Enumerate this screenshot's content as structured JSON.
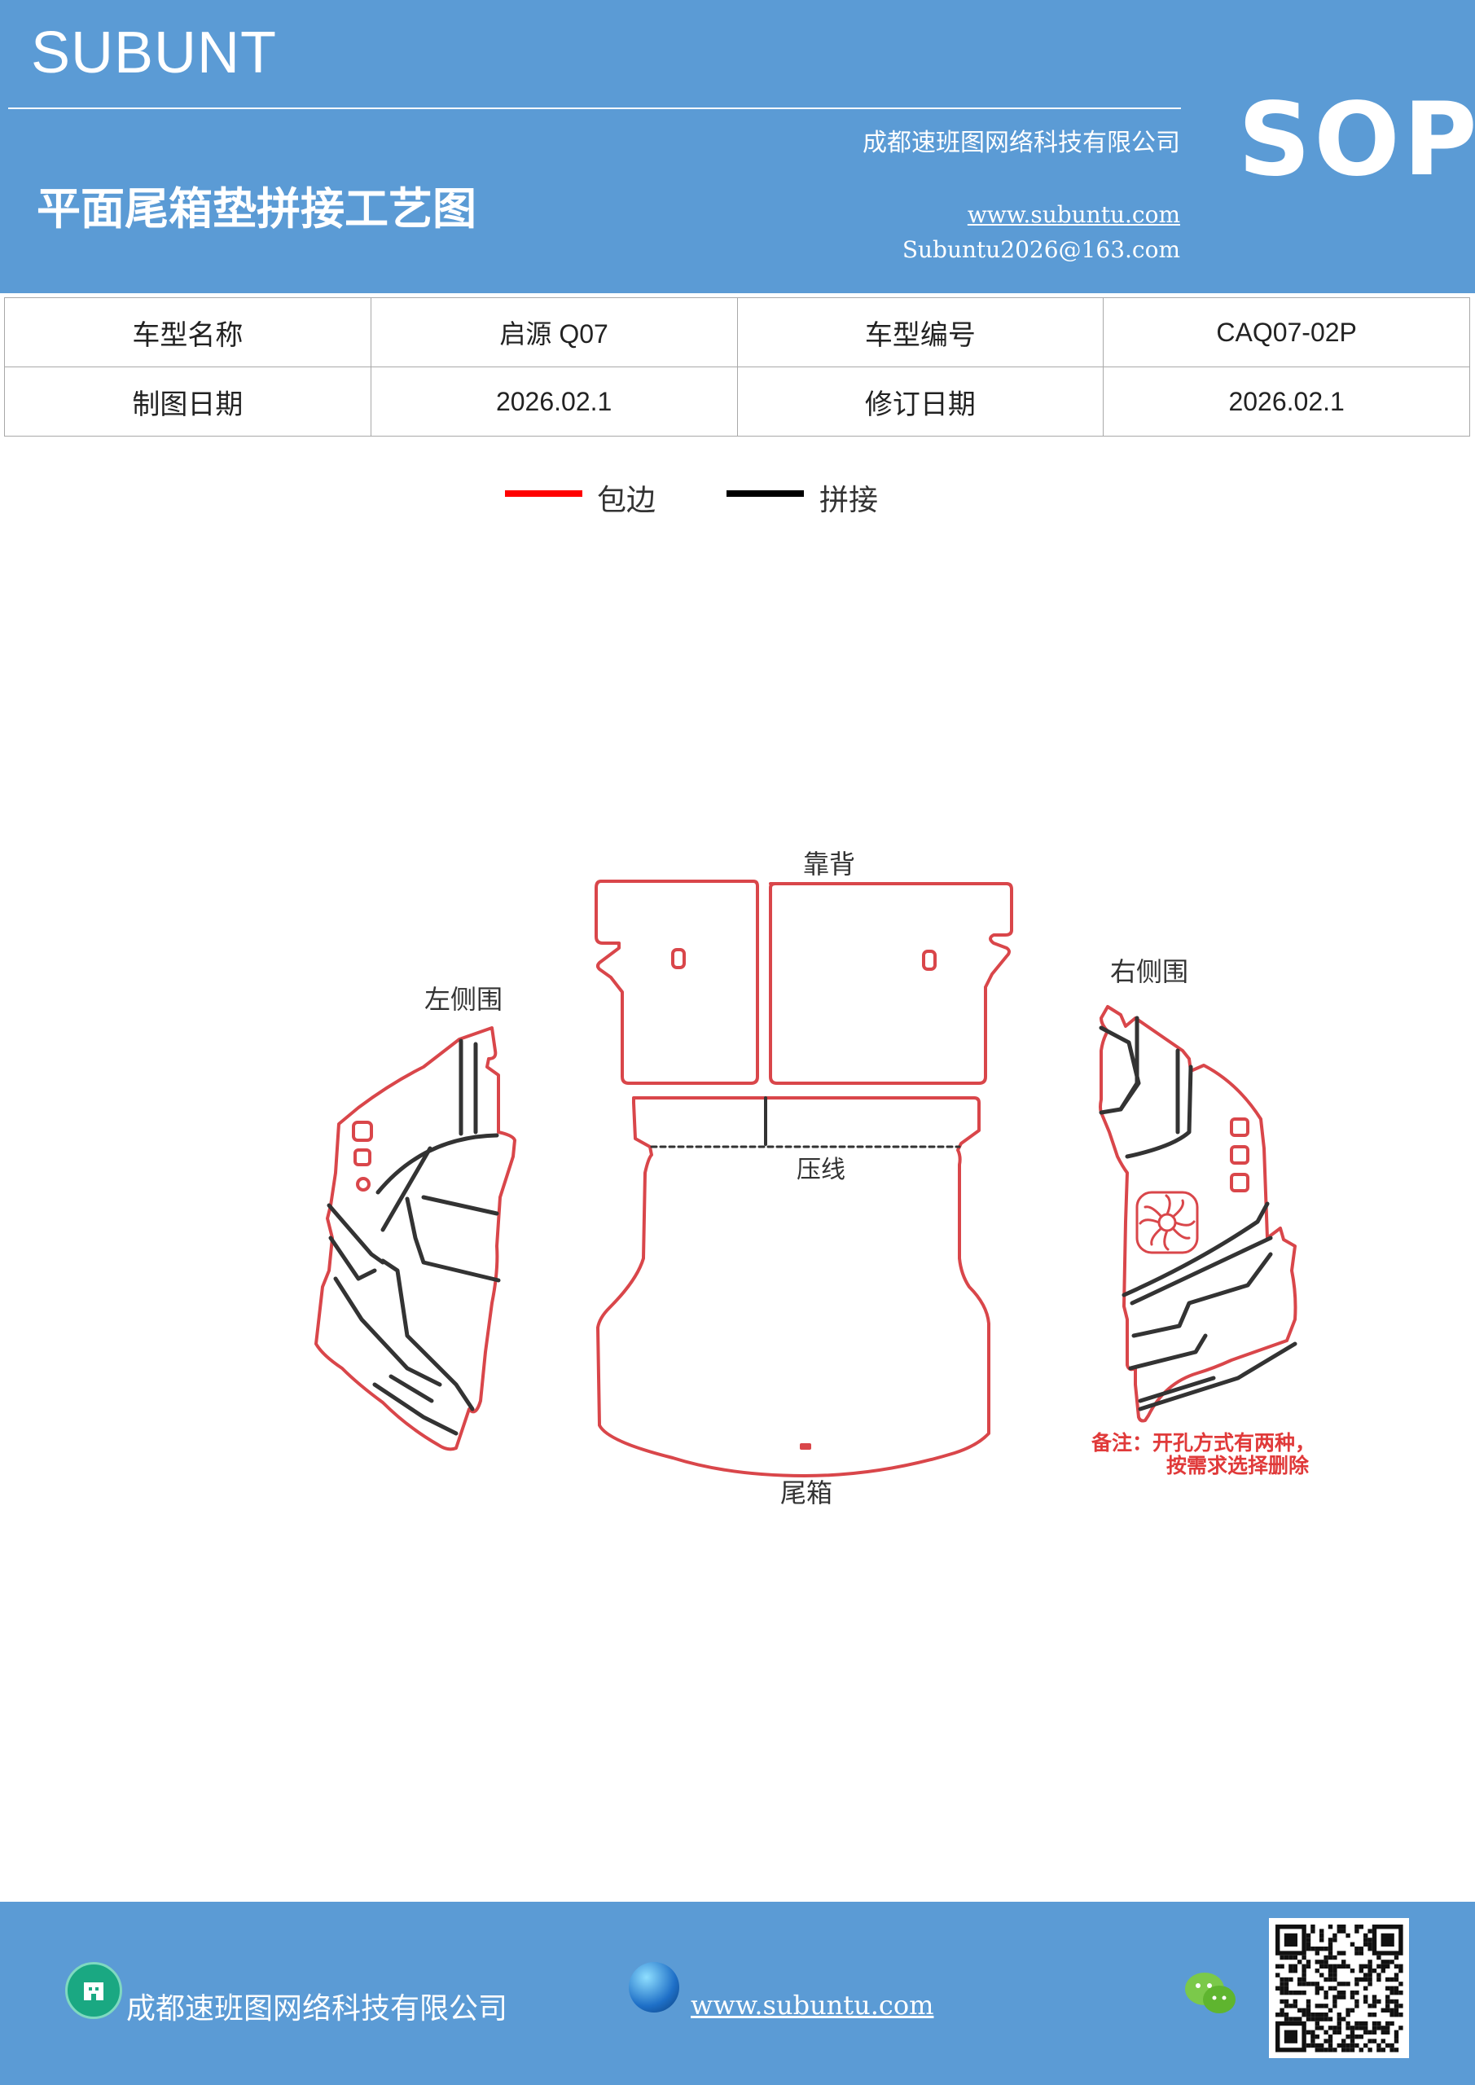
{
  "header": {
    "brand": "SUBUNT",
    "company": "成都速班图网络科技有限公司",
    "title": "平面尾箱垫拼接工艺图",
    "website": "www.subuntu.com",
    "email": "Subuntu2026@163.com",
    "badge": "SOP"
  },
  "info_table": {
    "model_name_label": "车型名称",
    "model_name_value": "启源 Q07",
    "model_code_label": "车型编号",
    "model_code_value": "CAQ07-02P",
    "draw_date_label": "制图日期",
    "draw_date_value": "2026.02.1",
    "revise_date_label": "修订日期",
    "revise_date_value": "2026.02.1"
  },
  "legend": {
    "edge_label": "包边",
    "edge_color": "#ff0000",
    "joint_label": "拼接",
    "joint_color": "#000000"
  },
  "drawing": {
    "backrest_label": "靠背",
    "left_side_label": "左侧围",
    "right_side_label": "右侧围",
    "crease_label": "压线",
    "trunk_label": "尾箱",
    "note_line1": "备注：开孔方式有两种，",
    "note_line2": "按需求选择删除",
    "outline_color": "#d9464a",
    "seam_color": "#333333"
  },
  "footer": {
    "company": "成都速班图网络科技有限公司",
    "website": "www.subuntu.com"
  }
}
